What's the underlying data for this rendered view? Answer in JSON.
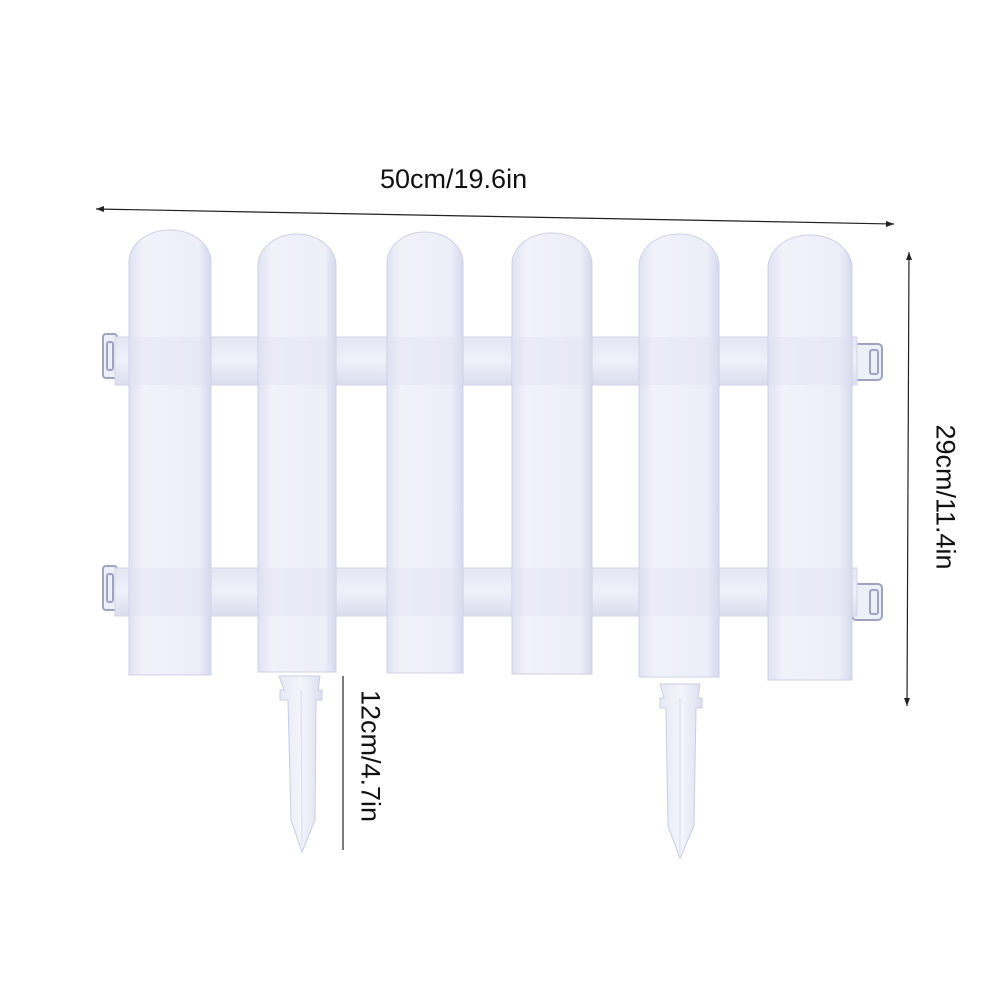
{
  "dimensions": {
    "width": "50cm/19.6in",
    "height": "29cm/11.4in",
    "stake": "12cm/4.7in"
  },
  "colors": {
    "background": "#ffffff",
    "fence_fill": "#eceef8",
    "fence_shade": "#d9dcee",
    "fence_edge": "#c8cce2",
    "dimension_line": "#222222"
  },
  "fence": {
    "picket_count": 6,
    "stake_count": 2
  }
}
